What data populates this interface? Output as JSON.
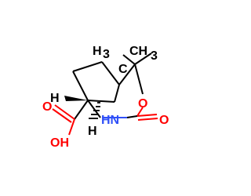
{
  "colors": {
    "bond": "#000000",
    "oxygen": "#ff0000",
    "nitrogen": "#3050f8",
    "carbon": "#000000",
    "hydrogen": "#000000",
    "background": "#ffffff"
  },
  "atom_labels": {
    "h_top": "H",
    "h_bottom": "H",
    "ch3_left_main": "H",
    "ch3_left_sub": "3",
    "ch3_left_c": "C",
    "ch3_right_c": "CH",
    "ch3_right_sub": "3",
    "o_ring": "O",
    "o_carbonyl_right": "O",
    "nh": "HN",
    "o_carbonyl_acid": "O",
    "oh": "OH"
  }
}
